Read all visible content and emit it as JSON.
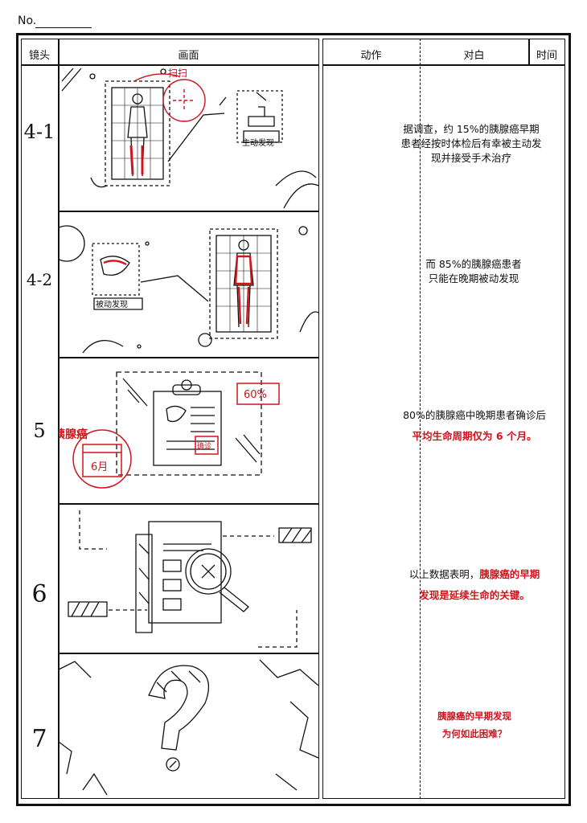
{
  "header": {
    "no_label": "No."
  },
  "columns": {
    "shot": "镜头",
    "frame": "画面",
    "action": "动作",
    "dialogue": "对白",
    "time": "时间"
  },
  "rows": [
    {
      "shot": "4-1",
      "dialogue": [
        "据调查，约 15%的胰腺癌早期",
        "患者经按时体检后有幸被主动发",
        "现并接受手术治疗"
      ],
      "sketch_text": [
        "扫扫",
        "主动发现"
      ]
    },
    {
      "shot": "4-2",
      "dialogue": [
        "而 85%的胰腺癌患者",
        "只能在晚期被动发现"
      ],
      "sketch_text": [
        "被动发现"
      ]
    },
    {
      "shot": "5",
      "dialogue": [
        "80%的胰腺癌中晚期患者确诊后"
      ],
      "dialogue_red": "平均生命周期仅为 6 个月。",
      "sketch_text": [
        "胰腺癌",
        "60%",
        "6月",
        "确诊"
      ]
    },
    {
      "shot": "6",
      "dialogue_mixed": {
        "black": "以上数据表明，",
        "red1": "胰腺癌的早期",
        "red2": "发现是延续生命的关键。"
      }
    },
    {
      "shot": "7",
      "dialogue_red_lines": [
        "胰腺癌的早期发现",
        "为何如此困难？"
      ]
    }
  ],
  "colors": {
    "ink": "#111111",
    "red": "#d0141c"
  }
}
